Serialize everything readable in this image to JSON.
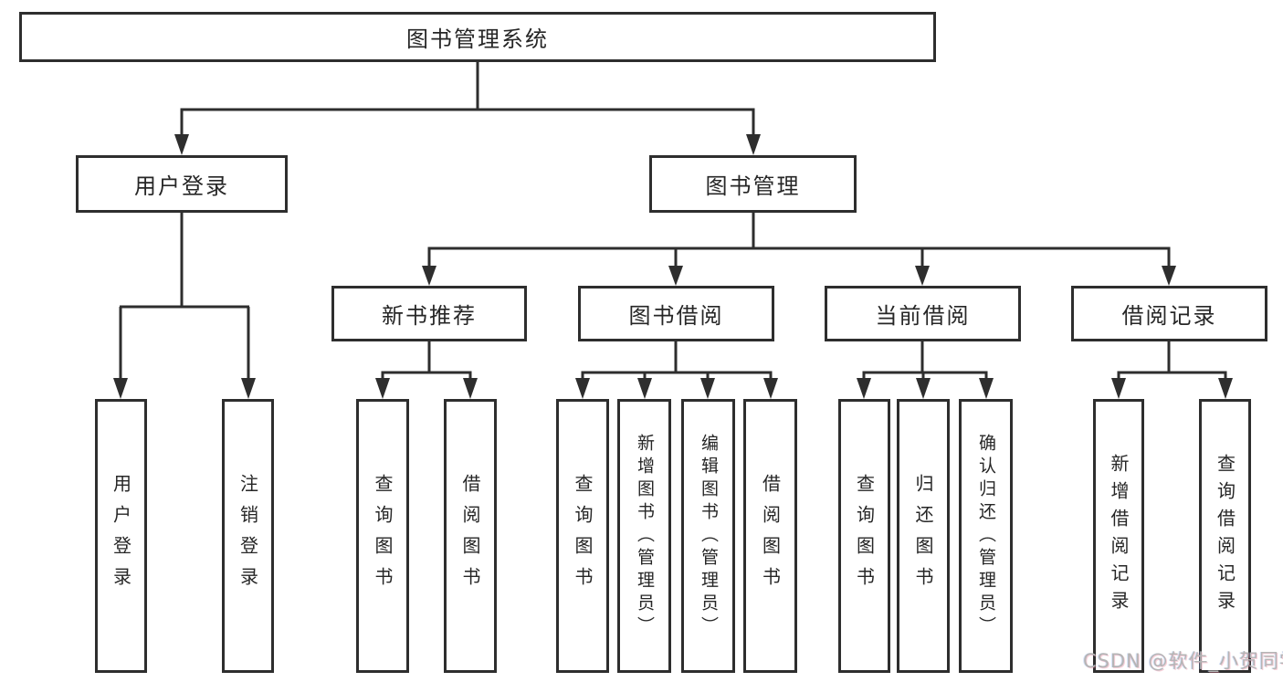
{
  "watermark": "CSDN @软件_小贺同学",
  "colors": {
    "line": "#2e2e2e",
    "border": "#2e2e2e",
    "text": "#262626",
    "watermark": "#b5b5b5",
    "background": "#ffffff"
  },
  "tree": {
    "label": "图书管理系统",
    "children": [
      {
        "label": "用户登录",
        "leaves": [
          "用户登录",
          "注销登录"
        ]
      },
      {
        "label": "图书管理",
        "children": [
          {
            "label": "新书推荐",
            "leaves": [
              "查询图书",
              "借阅图书"
            ]
          },
          {
            "label": "图书借阅",
            "leaves": [
              "查询图书",
              "新增图书（管理员）",
              "编辑图书（管理员）",
              "借阅图书"
            ]
          },
          {
            "label": "当前借阅",
            "leaves": [
              "查询图书",
              "归还图书",
              "确认归还（管理员）"
            ]
          },
          {
            "label": "借阅记录",
            "leaves": [
              "新增借阅记录",
              "查询借阅记录"
            ]
          }
        ]
      }
    ]
  }
}
